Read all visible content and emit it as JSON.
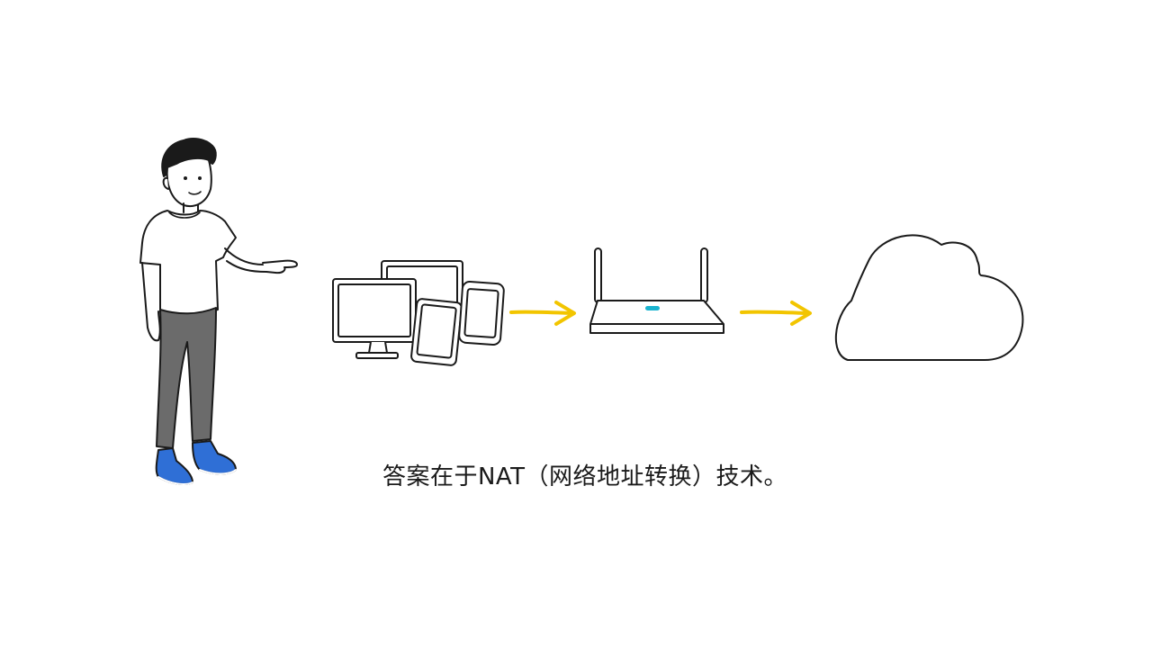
{
  "caption": "答案在于NAT（网络地址转换）技术。",
  "colors": {
    "background": "#ffffff",
    "ink": "#1a1a1a",
    "arrow": "#f2c500",
    "router_led": "#19b3cf",
    "shoe": "#2f6fd6",
    "pants": "#6b6b6b"
  },
  "icons": [
    "person-pointing",
    "devices-group",
    "router-icon",
    "cloud-icon"
  ]
}
